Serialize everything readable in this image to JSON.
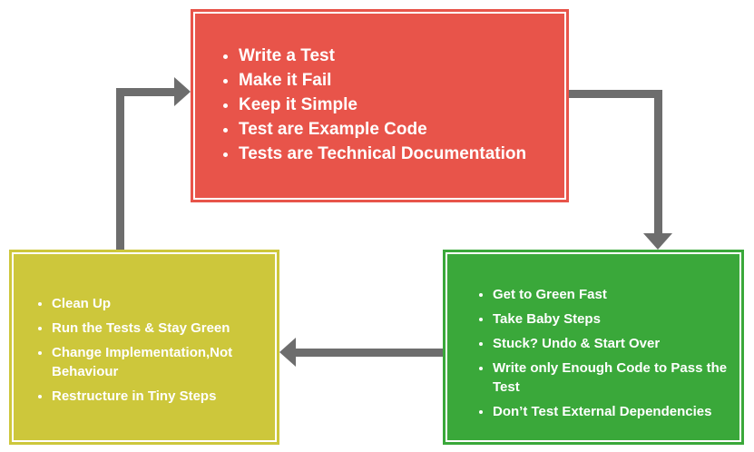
{
  "diagram": {
    "type": "tdd-cycle",
    "colors": {
      "red_box": "#E8544A",
      "green_box": "#3AA83A",
      "yellow_box": "#CDC73B",
      "arrow": "#6D6D6D",
      "text": "#FFFFFF",
      "background": "#FFFFFF"
    },
    "red_box": {
      "items": [
        "Write a Test",
        "Make it Fail",
        "Keep it Simple",
        "Test are Example Code",
        "Tests are Technical Documentation"
      ]
    },
    "green_box": {
      "items": [
        "Get to Green Fast",
        "Take Baby Steps",
        "Stuck? Undo & Start Over",
        "Write only Enough Code to Pass the Test",
        "Don’t Test External Dependencies"
      ]
    },
    "refactor_box": {
      "items": [
        "Clean Up",
        "Run the Tests & Stay Green",
        "Change Implementation,Not Behaviour",
        "Restructure in Tiny Steps"
      ]
    }
  }
}
